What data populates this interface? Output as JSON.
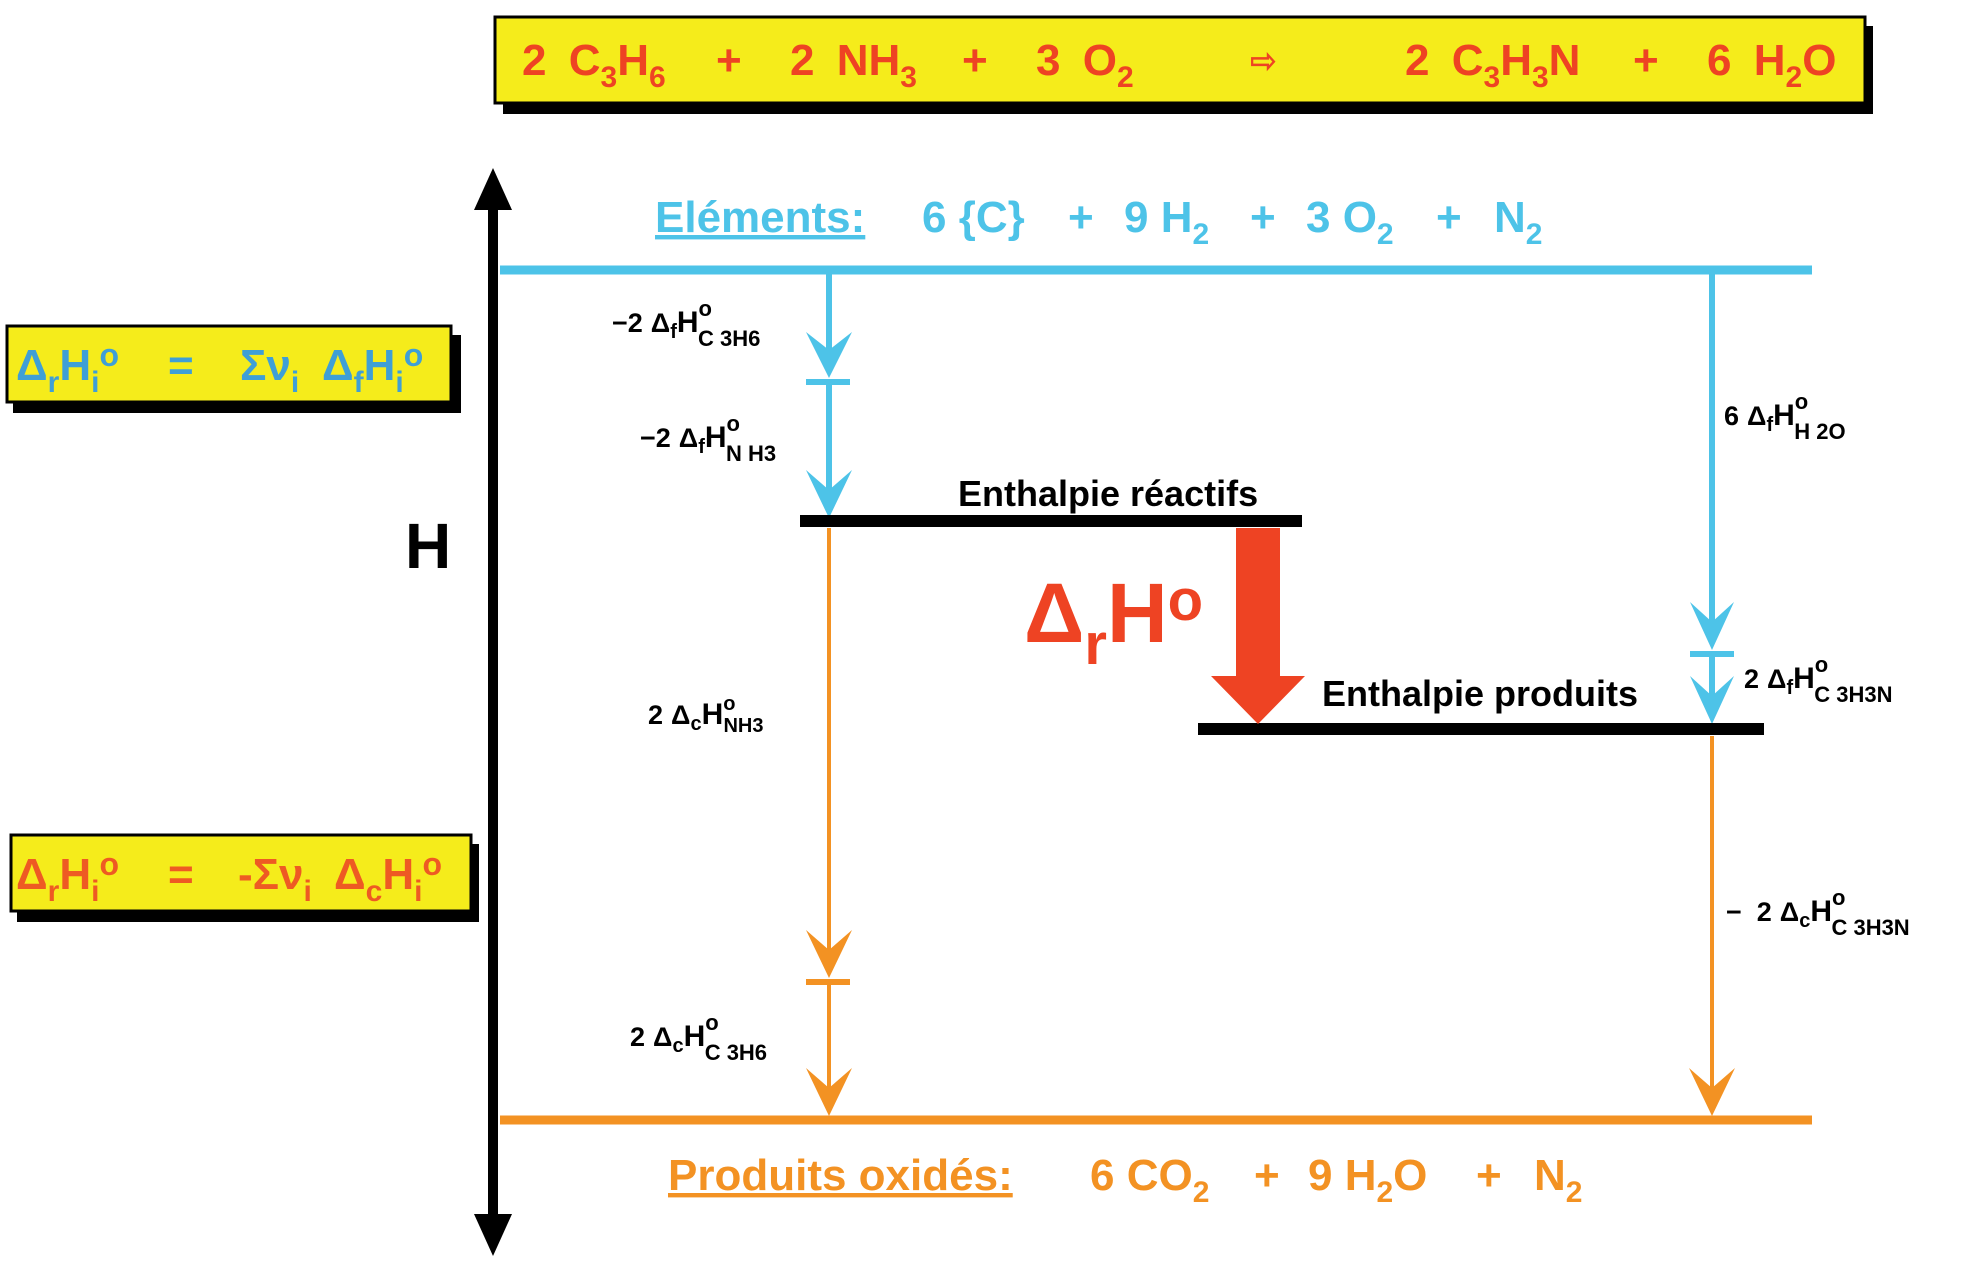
{
  "colors": {
    "yellow_box": "#f5ec1b",
    "red": "#ee4323",
    "blue": "#4dc3e8",
    "orange": "#f39223",
    "black": "#000000"
  },
  "reaction_equation": {
    "reactant_1": {
      "coef": "2",
      "formula": "C",
      "sub1": "3",
      "formula2": "H",
      "sub2": "6"
    },
    "plus_1": "+",
    "reactant_2": {
      "coef": "2",
      "formula": "NH",
      "sub1": "3"
    },
    "plus_2": "+",
    "reactant_3": {
      "coef": "3",
      "formula": "O",
      "sub1": "2"
    },
    "arrow_symbol": "⇨",
    "product_1": {
      "coef": "2",
      "formula": "C",
      "sub1": "3",
      "formula2": "H",
      "sub2": "3",
      "formula3": "N"
    },
    "plus_3": "+",
    "product_2": {
      "coef": "6",
      "formula": "H",
      "sub1": "2",
      "formula2": "O"
    }
  },
  "formula_boxes": {
    "formation": {
      "lhs": "Δ",
      "lhs_sub": "r",
      "lhs_H": "H",
      "lhs_i": "i",
      "deg": "o",
      "eq": "=",
      "rhs_sigma": "Σν",
      "rhs_i": "i",
      "rhs_delta": "Δ",
      "rhs_sub": "f",
      "rhs_H": "H",
      "rhs_i2": "i",
      "rhs_deg": "o"
    },
    "combustion": {
      "lhs": "Δ",
      "lhs_sub": "r",
      "lhs_H": "H",
      "lhs_i": "i",
      "deg": "o",
      "eq": "=",
      "rhs_sigma": "-Σν",
      "rhs_i": "i",
      "rhs_delta": "Δ",
      "rhs_sub": "c",
      "rhs_H": "H",
      "rhs_i2": "i",
      "rhs_deg": "o"
    }
  },
  "axis": {
    "label": "H"
  },
  "levels": {
    "elements": {
      "title": "Eléments:",
      "terms": [
        {
          "text": "6 {C}",
          "sub": ""
        },
        {
          "text": "+",
          "sub": ""
        },
        {
          "text": "9 H",
          "sub": "2"
        },
        {
          "text": "+",
          "sub": ""
        },
        {
          "text": "3 O",
          "sub": "2"
        },
        {
          "text": "+",
          "sub": ""
        },
        {
          "text": "N",
          "sub": "2"
        }
      ]
    },
    "reactants": {
      "label": "Enthalpie réactifs"
    },
    "products": {
      "label": "Enthalpie produits"
    },
    "oxidized": {
      "title": "Produits oxidés:",
      "terms": [
        {
          "text": "6 CO",
          "sub": "2"
        },
        {
          "text": "+",
          "sub": ""
        },
        {
          "text": "9 H",
          "sub": "2",
          "after": "O"
        },
        {
          "text": "+",
          "sub": ""
        },
        {
          "text": "N",
          "sub": "2"
        }
      ]
    }
  },
  "delta_r": {
    "delta": "Δ",
    "sub": "r",
    "H": "H",
    "deg": "o"
  },
  "step_labels": {
    "f_c3h6": {
      "coef": "−2",
      "delta": "Δ",
      "sub": "f",
      "H": "H",
      "deg": "o",
      "species": "C 3H6"
    },
    "f_nh3": {
      "coef": "−2",
      "delta": "Δ",
      "sub": "f",
      "H": "H",
      "deg": "o",
      "species": "N H3"
    },
    "f_h2o": {
      "coef": "6",
      "delta": "Δ",
      "sub": "f",
      "H": "H",
      "deg": "o",
      "species": "H 2O"
    },
    "f_c3h3n": {
      "coef": "2",
      "delta": "Δ",
      "sub": "f",
      "H": "H",
      "deg": "o",
      "species": "C 3H3N"
    },
    "c_nh3": {
      "coef": "2",
      "delta": "Δ",
      "sub": "c",
      "H": "H",
      "deg": "o",
      "species": "NH3"
    },
    "c_c3h6": {
      "coef": "2",
      "delta": "Δ",
      "sub": "c",
      "H": "H",
      "deg": "o",
      "species": "C 3H6"
    },
    "c_c3h3n": {
      "coef": "−  2",
      "delta": "Δ",
      "sub": "c",
      "H": "H",
      "deg": "o",
      "species": "C 3H3N"
    }
  }
}
